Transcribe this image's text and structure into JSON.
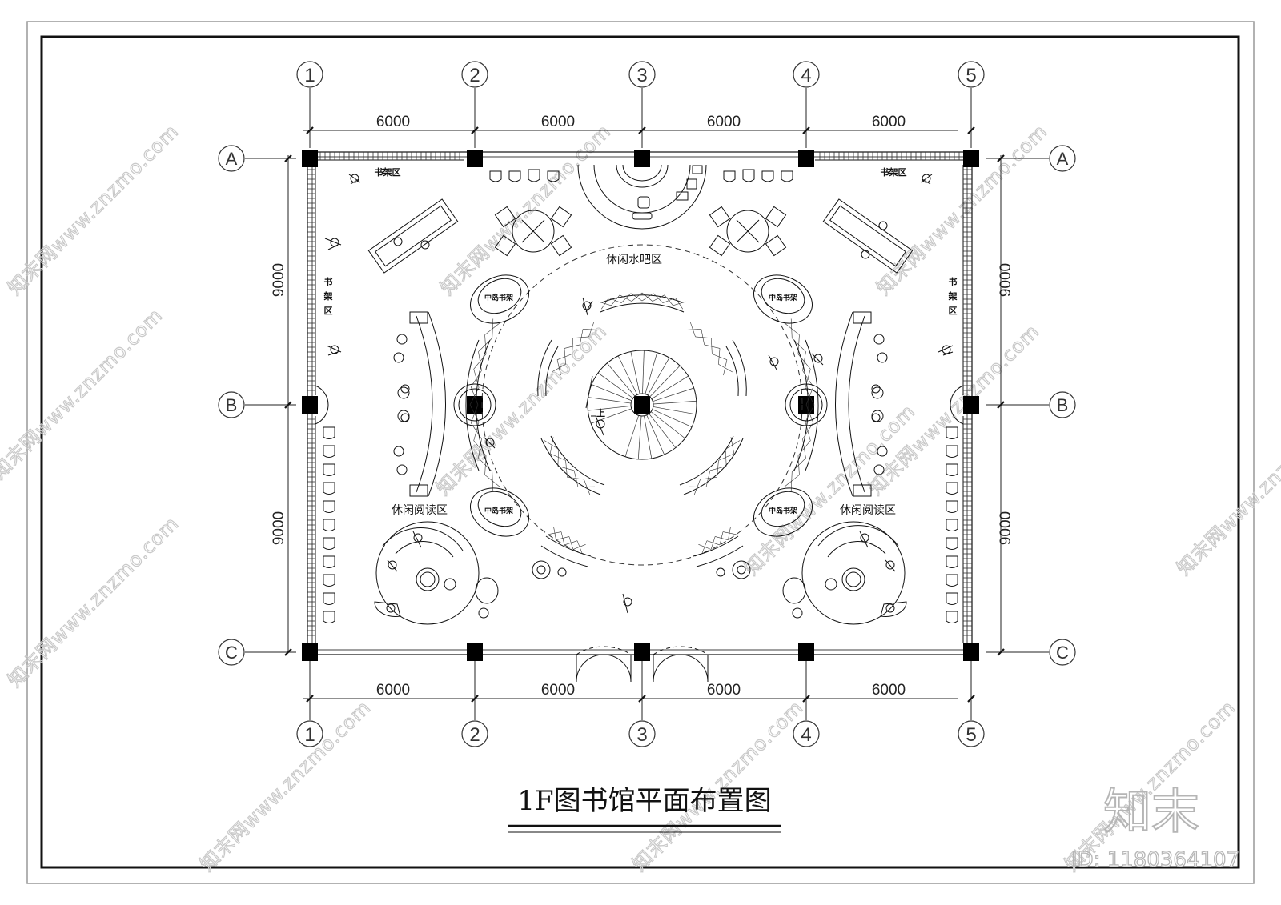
{
  "drawing": {
    "title": "1F图书馆平面布置图",
    "column_axes": [
      "1",
      "2",
      "3",
      "4",
      "5"
    ],
    "row_axes": [
      "A",
      "B",
      "C"
    ],
    "span_dimensions": [
      "6000",
      "6000",
      "6000",
      "6000"
    ],
    "bay_dimensions": [
      "9000",
      "9000"
    ],
    "zones": {
      "water_bar": "休闲水吧区",
      "reading_left": "休闲阅读区",
      "reading_right": "休闲阅读区",
      "shelf_top_left": "书架区",
      "shelf_top_right": "书架区",
      "shelf_side": "书架区"
    },
    "island_shelf": "中岛书架",
    "stair_up": "上"
  },
  "watermark": {
    "text": "知末网www.znzmo.com",
    "logo": "知末",
    "id": "ID: 1180364107"
  }
}
